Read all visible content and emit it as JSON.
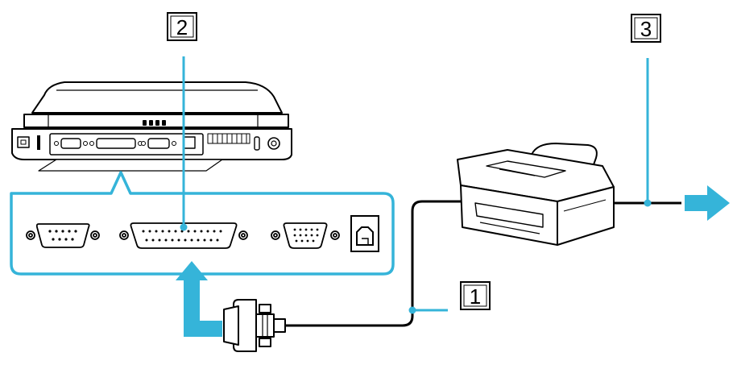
{
  "diagram": {
    "callouts": [
      {
        "label": "1",
        "points_to": "printer-cable"
      },
      {
        "label": "2",
        "points_to": "printer-port"
      },
      {
        "label": "3",
        "points_to": "printer-power-cord"
      }
    ],
    "colors": {
      "outline": "#000000",
      "highlight": "#35b4d9",
      "fill": "#ffffff"
    },
    "icons": [
      "laptop-icon",
      "printer-icon",
      "parallel-connector-icon",
      "phone-jack-icon",
      "arrow-right-icon",
      "arrow-up-icon"
    ]
  }
}
